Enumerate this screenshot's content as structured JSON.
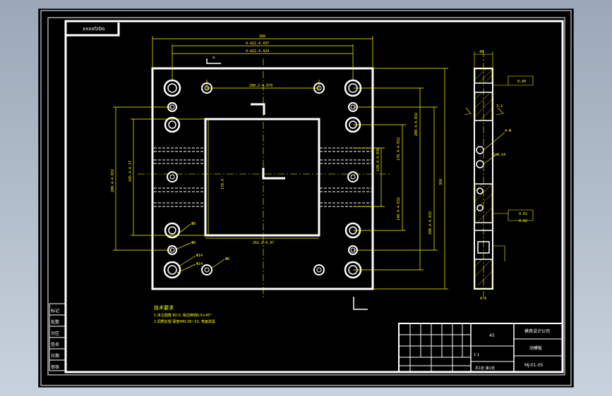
{
  "colors": {
    "background": "#000000",
    "outline": "#ffffff",
    "dimension": "#ffff00",
    "window_gradient_top": "#9aa8b8"
  },
  "drawing": {
    "code_box": "xxxxfzbo",
    "top_plan": {
      "overall_width": "360",
      "hole_span_outer": "4-422.4.437",
      "hole_span_inner": "4-422.4.424",
      "pin_span": "280.2-4.079",
      "opening_width": "262.2-4.97",
      "section_marker": "a"
    },
    "right_dims": [
      "200.4-4.032",
      "170.4-4.032",
      "120.4-4.036",
      "140.4-4.032",
      "200.4-4.032",
      "360"
    ],
    "left_dims": [
      "200.4-4.032",
      "245.4-4.17",
      "170.4"
    ],
    "side_view": {
      "top_dim": "40",
      "tolerance_1": "0.04",
      "tolerance_2": "0.02",
      "tolerance_3": "0.02",
      "hole_label_1": "4-Φ",
      "hole_label_2": "2x4.14",
      "roughness": "3.2",
      "section_label": "A-A"
    },
    "hole_callouts": [
      "Φ8",
      "Φ8",
      "Φ14",
      "Φ8",
      "Φ14"
    ],
    "notes": {
      "title": "技术要求",
      "line_1": "1.未注圆角 R0.5, 锐边倒钝0.5×45°",
      "line_2": "2.调质处理 硬度HRC28~32, 表面发黑"
    },
    "left_strip": [
      "标记",
      "处数",
      "分区",
      "签名",
      "日期",
      "审核"
    ],
    "title_block": {
      "material_mark": "45",
      "company": "模具设计公司",
      "part_name": "动模板",
      "drawing_no": "MJ-01-05",
      "scale": "1:1",
      "sheet": "共1张 第1张"
    }
  }
}
